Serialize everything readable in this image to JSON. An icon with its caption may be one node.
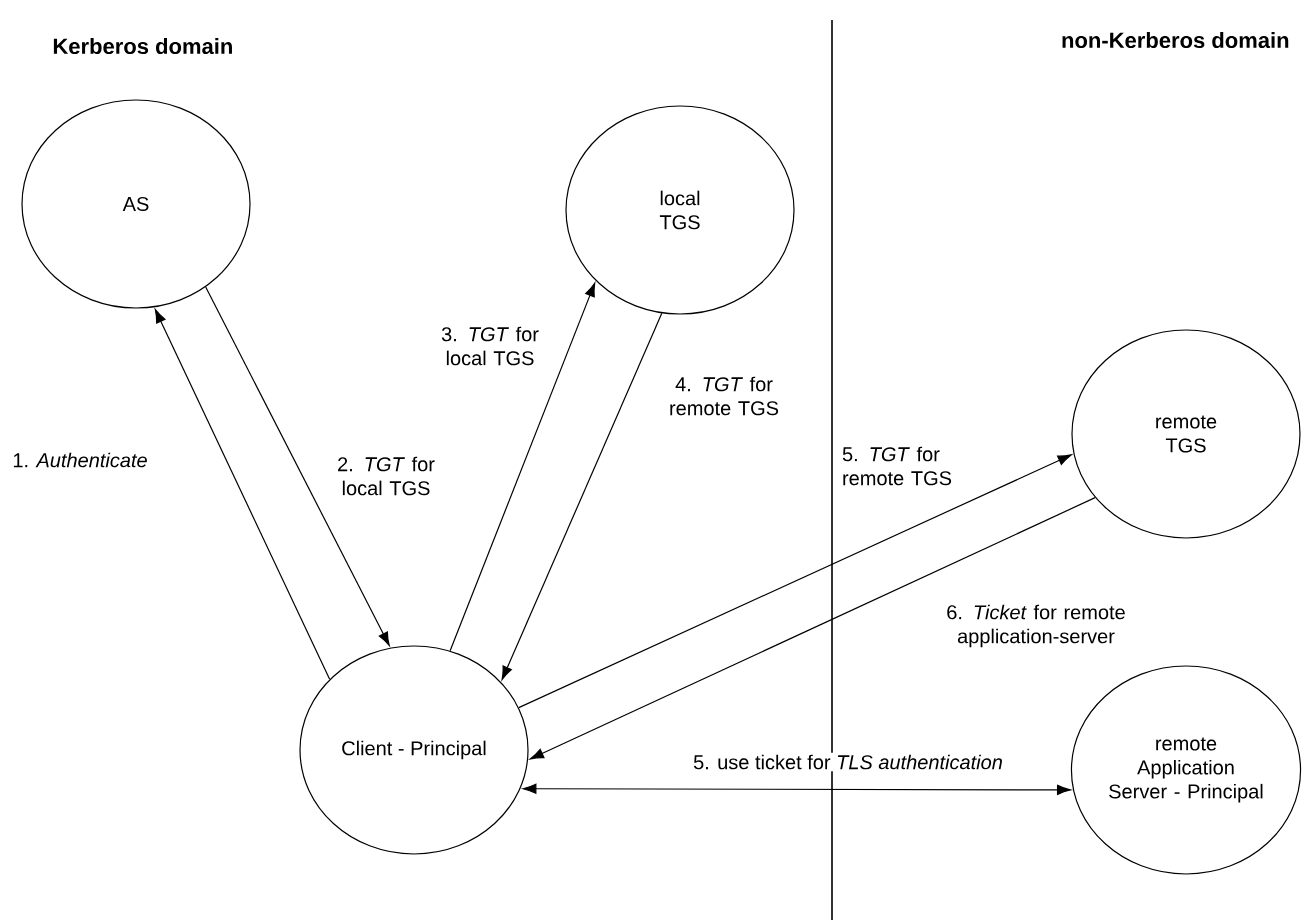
{
  "diagram": {
    "nodes": [
      {
        "text": [
          "AS"
        ]
      },
      {
        "text": [
          "local TGS"
        ]
      },
      {
        "text": [
          "remote TGS"
        ]
      },
      {
        "text": [
          "Client - Principal"
        ]
      },
      {
        "text": [
          "remote Application Server - Principal"
        ]
      }
    ],
    "edges": [
      {
        "from": 3,
        "to": 0,
        "arrow": "to",
        "label": "1. *Authenticate*"
      },
      {
        "from": 0,
        "to": 3,
        "arrow": "to",
        "label": "2. *TGT* for local TGS"
      },
      {
        "from": 3,
        "to": 1,
        "arrow": "to",
        "label": "3. *TGT* for local TGS"
      },
      {
        "from": 1,
        "to": 3,
        "arrow": "to",
        "label": "4. *TGT* for remote TGS"
      },
      {
        "from": 3,
        "to": 2,
        "arrow": "to",
        "label": "5. *TGT* for remote TGS"
      },
      {
        "from": 2,
        "to": 3,
        "arrow": "to",
        "label": "6. *Ticket* for remote application-server"
      },
      {
        "from": 3,
        "to": 4,
        "arrow": "both",
        "label": "5. use ticket for *TLS authentication*"
      }
    ],
    "labels": [
      "Kerberos domain",
      "non-Kerberos domain"
    ]
  }
}
